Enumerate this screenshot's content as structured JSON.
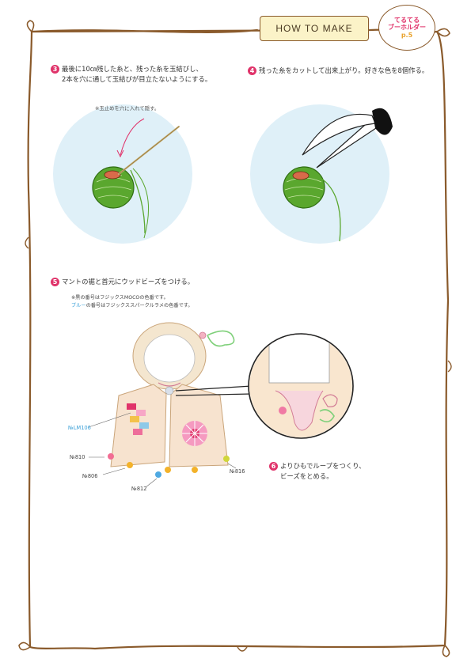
{
  "header": {
    "title": "HOW TO MAKE",
    "badge_line1": "てるてる",
    "badge_line2": "ブーホルダー",
    "badge_page": "p.5"
  },
  "steps": [
    {
      "num": "3",
      "text": "最後に10㎝残した糸と、残った糸を玉結びし、\n2本を穴に通して玉結びが目立たないようにする。"
    },
    {
      "num": "4",
      "text": "残った糸をカットして出来上がり。好きな色を8個作る。"
    },
    {
      "num": "5",
      "text": "マントの裾と首元にウッドビーズをつける。"
    },
    {
      "num": "6",
      "text": "よりひもでループをつくり、\nビーズをとめる。"
    }
  ],
  "notes": {
    "hide_knot": "※玉止めを穴に入れて隠す。",
    "color_note_1": "※黒の番号はフジックスMOCOの色番です。",
    "color_note_2_blue": "ブルー",
    "color_note_2_rest": "の番号はフジックススパークルラメの色番です。"
  },
  "color_labels": {
    "lm106": "№LM106",
    "n810": "№810",
    "n806": "№806",
    "n812": "№812",
    "n816": "№816"
  },
  "colors": {
    "frame": "#8a5a2b",
    "circle_bg": "#dff0f8",
    "accent_pink": "#e0336a",
    "yarn_green": "#5aa72e",
    "blue_label": "#3aa0d8"
  }
}
